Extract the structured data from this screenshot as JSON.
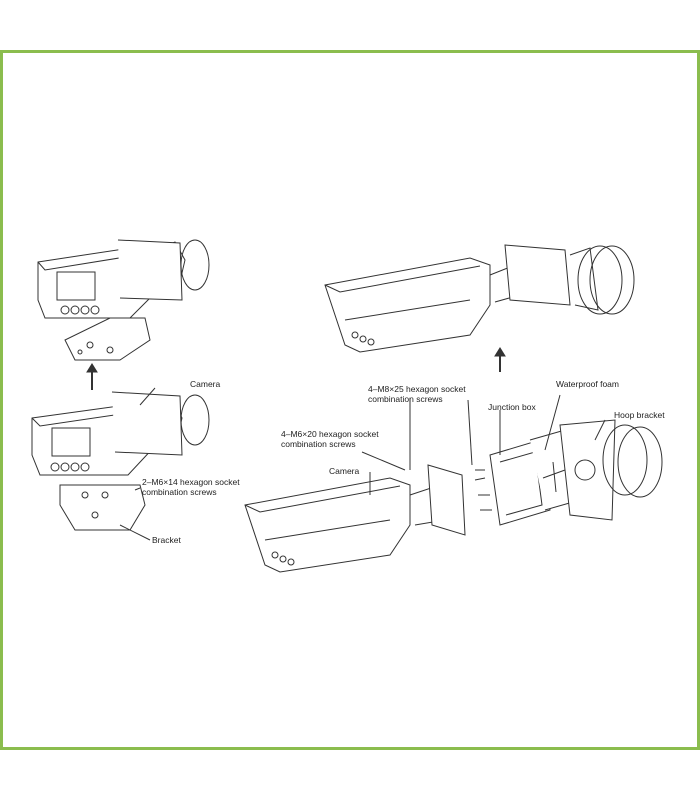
{
  "colors": {
    "frame": "#8bbd4e",
    "line": "#333333"
  },
  "left_assembly": {
    "camera_label": "Camera",
    "screws_label_1": "2–M6×14 hexagon socket",
    "screws_label_2": "combination screws",
    "bracket_label": "Bracket"
  },
  "right_assembly": {
    "m8_label_1": "4–M8×25 hexagon socket",
    "m8_label_2": "combination screws",
    "junction_box_label": "Junction box",
    "waterproof_foam_label": "Waterproof foam",
    "hoop_bracket_label": "Hoop bracket",
    "m6_label_1": "4–M6×20 hexagon socket",
    "m6_label_2": "combination screws",
    "camera_label": "Camera"
  }
}
